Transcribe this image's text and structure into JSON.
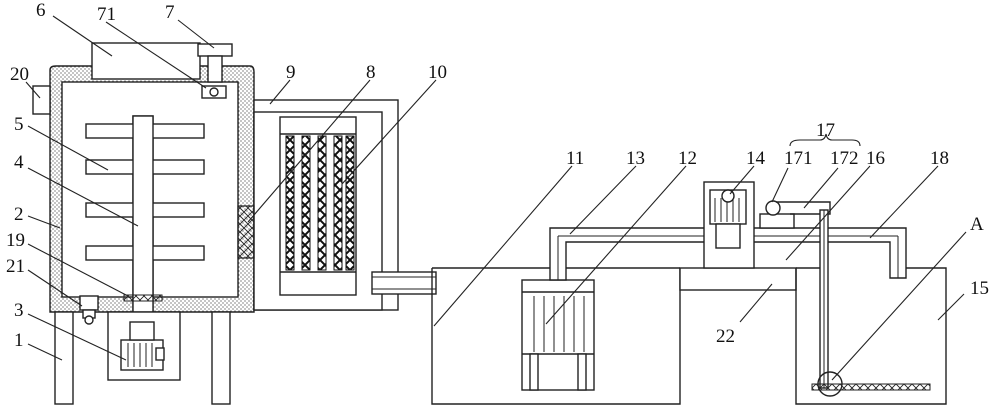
{
  "labels": {
    "l1": "1",
    "l2": "2",
    "l3": "3",
    "l4": "4",
    "l5": "5",
    "l6": "6",
    "l7": "7",
    "l71": "71",
    "l8": "8",
    "l9": "9",
    "l10": "10",
    "l11": "11",
    "l12": "12",
    "l13": "13",
    "l14": "14",
    "l15": "15",
    "l16": "16",
    "l17": "17",
    "l171": "171",
    "l172": "172",
    "l18": "18",
    "l19": "19",
    "l20": "20",
    "l21": "21",
    "l22": "22",
    "lA": "A"
  }
}
